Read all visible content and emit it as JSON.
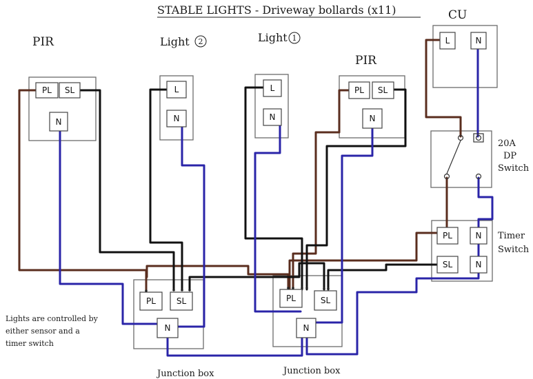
{
  "title": "STABLE LIGHTS - Driveway bollards (x11)",
  "labels": {
    "pir_left": "PIR",
    "light2": "Light",
    "light2_num": "2",
    "light1": "Light",
    "light1_num": "1",
    "pir_right": "PIR",
    "cu": "CU",
    "dp_switch": [
      "20A",
      "DP",
      "Switch"
    ],
    "timer_switch": [
      "Timer",
      "Switch"
    ],
    "junction_box_left": "Junction box",
    "junction_box_right": "Junction box",
    "note": [
      "Lights are controlled by",
      "either sensor and a",
      "timer switch"
    ]
  },
  "terminals": {
    "pl": "PL",
    "sl": "SL",
    "l": "L",
    "n": "N"
  },
  "wire_colors": {
    "live": "#5a2d1e",
    "switched": "#111111",
    "neutral": "#2a24a8"
  }
}
